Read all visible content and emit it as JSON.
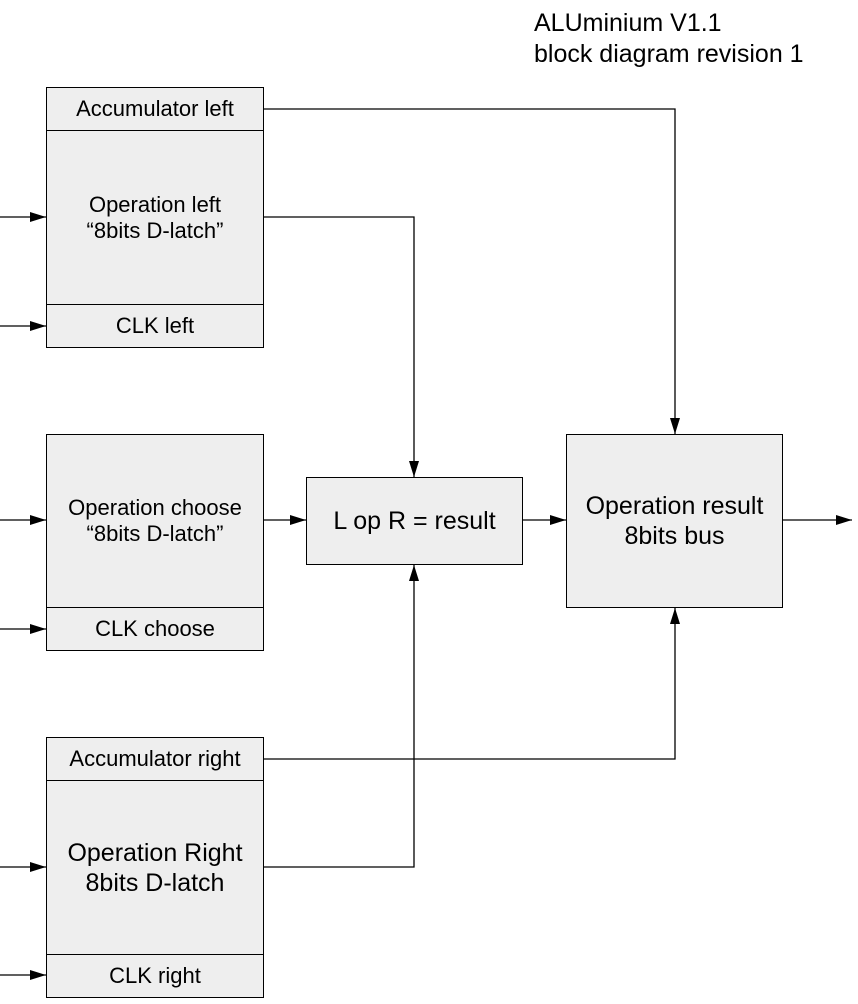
{
  "title": {
    "line1": "ALUminium V1.1",
    "line2": "block diagram revision 1"
  },
  "left": {
    "accumulator": "Accumulator left",
    "operation_line1": "Operation left",
    "operation_line2": "“8bits D-latch”",
    "clk": "CLK left"
  },
  "choose": {
    "operation_line1": "Operation choose",
    "operation_line2": "“8bits D-latch”",
    "clk": "CLK choose"
  },
  "right": {
    "accumulator": "Accumulator right",
    "operation_line1": "Operation Right",
    "operation_line2": "8bits D-latch",
    "clk": "CLK right"
  },
  "alu": {
    "label": "L op R = result"
  },
  "result": {
    "line1": "Operation result",
    "line2": "8bits bus"
  }
}
